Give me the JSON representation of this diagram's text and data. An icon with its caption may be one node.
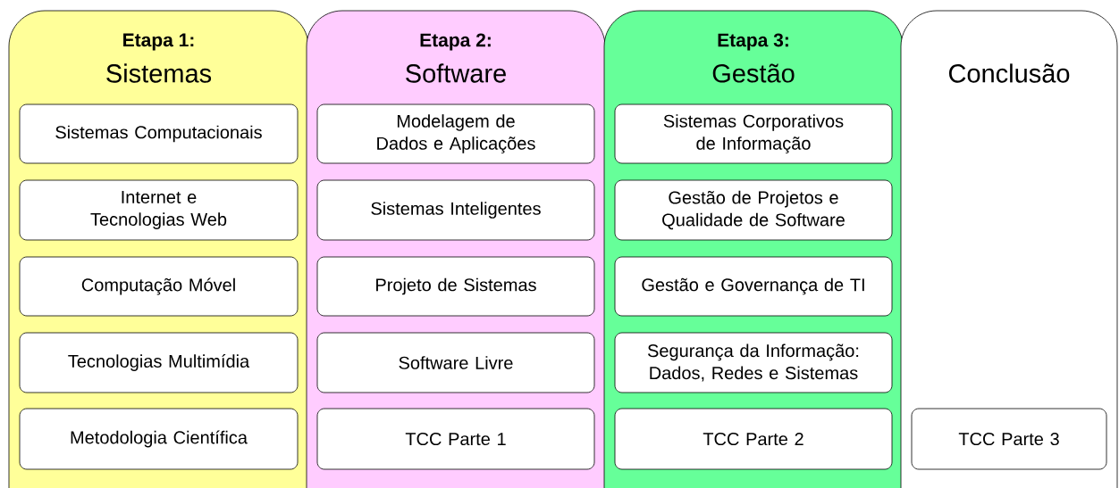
{
  "diagram": {
    "nodes": [
      {
        "text": [
          "Etapa 1:",
          "Sistemas"
        ]
      },
      {
        "text": [
          "Sistemas Computacionais"
        ],
        "in": 0
      },
      {
        "text": [
          "Internet e Tecnologias Web"
        ],
        "in": 0
      },
      {
        "text": [
          "Computação Móvel"
        ],
        "in": 0
      },
      {
        "text": [
          "Tecnologias Multimídia"
        ],
        "in": 0
      },
      {
        "text": [
          "Metodologia Científica"
        ],
        "in": 0
      },
      {
        "text": [
          "Etapa 2:",
          "Software"
        ]
      },
      {
        "text": [
          "Modelagem de Dados e Aplicações"
        ],
        "in": 6
      },
      {
        "text": [
          "Sistemas Inteligentes"
        ],
        "in": 6
      },
      {
        "text": [
          "Projeto de Sistemas"
        ],
        "in": 6
      },
      {
        "text": [
          "Software Livre"
        ],
        "in": 6
      },
      {
        "text": [
          "TCC Parte 1"
        ],
        "in": 6
      },
      {
        "text": [
          "Etapa 3:",
          "Gestão"
        ]
      },
      {
        "text": [
          "Sistemas Corporativos de Informação"
        ],
        "in": 12
      },
      {
        "text": [
          "Gestão de Projetos e Qualidade de Software"
        ],
        "in": 12
      },
      {
        "text": [
          "Gestão e Governança de TI"
        ],
        "in": 12
      },
      {
        "text": [
          "Segurança da Informação: Dados, Redes e Sistemas"
        ],
        "in": 12
      },
      {
        "text": [
          "TCC Parte 2"
        ],
        "in": 12
      },
      {
        "text": [
          "Conclusão"
        ]
      },
      {
        "text": [
          "TCC Parte 3"
        ],
        "in": 18
      }
    ]
  }
}
